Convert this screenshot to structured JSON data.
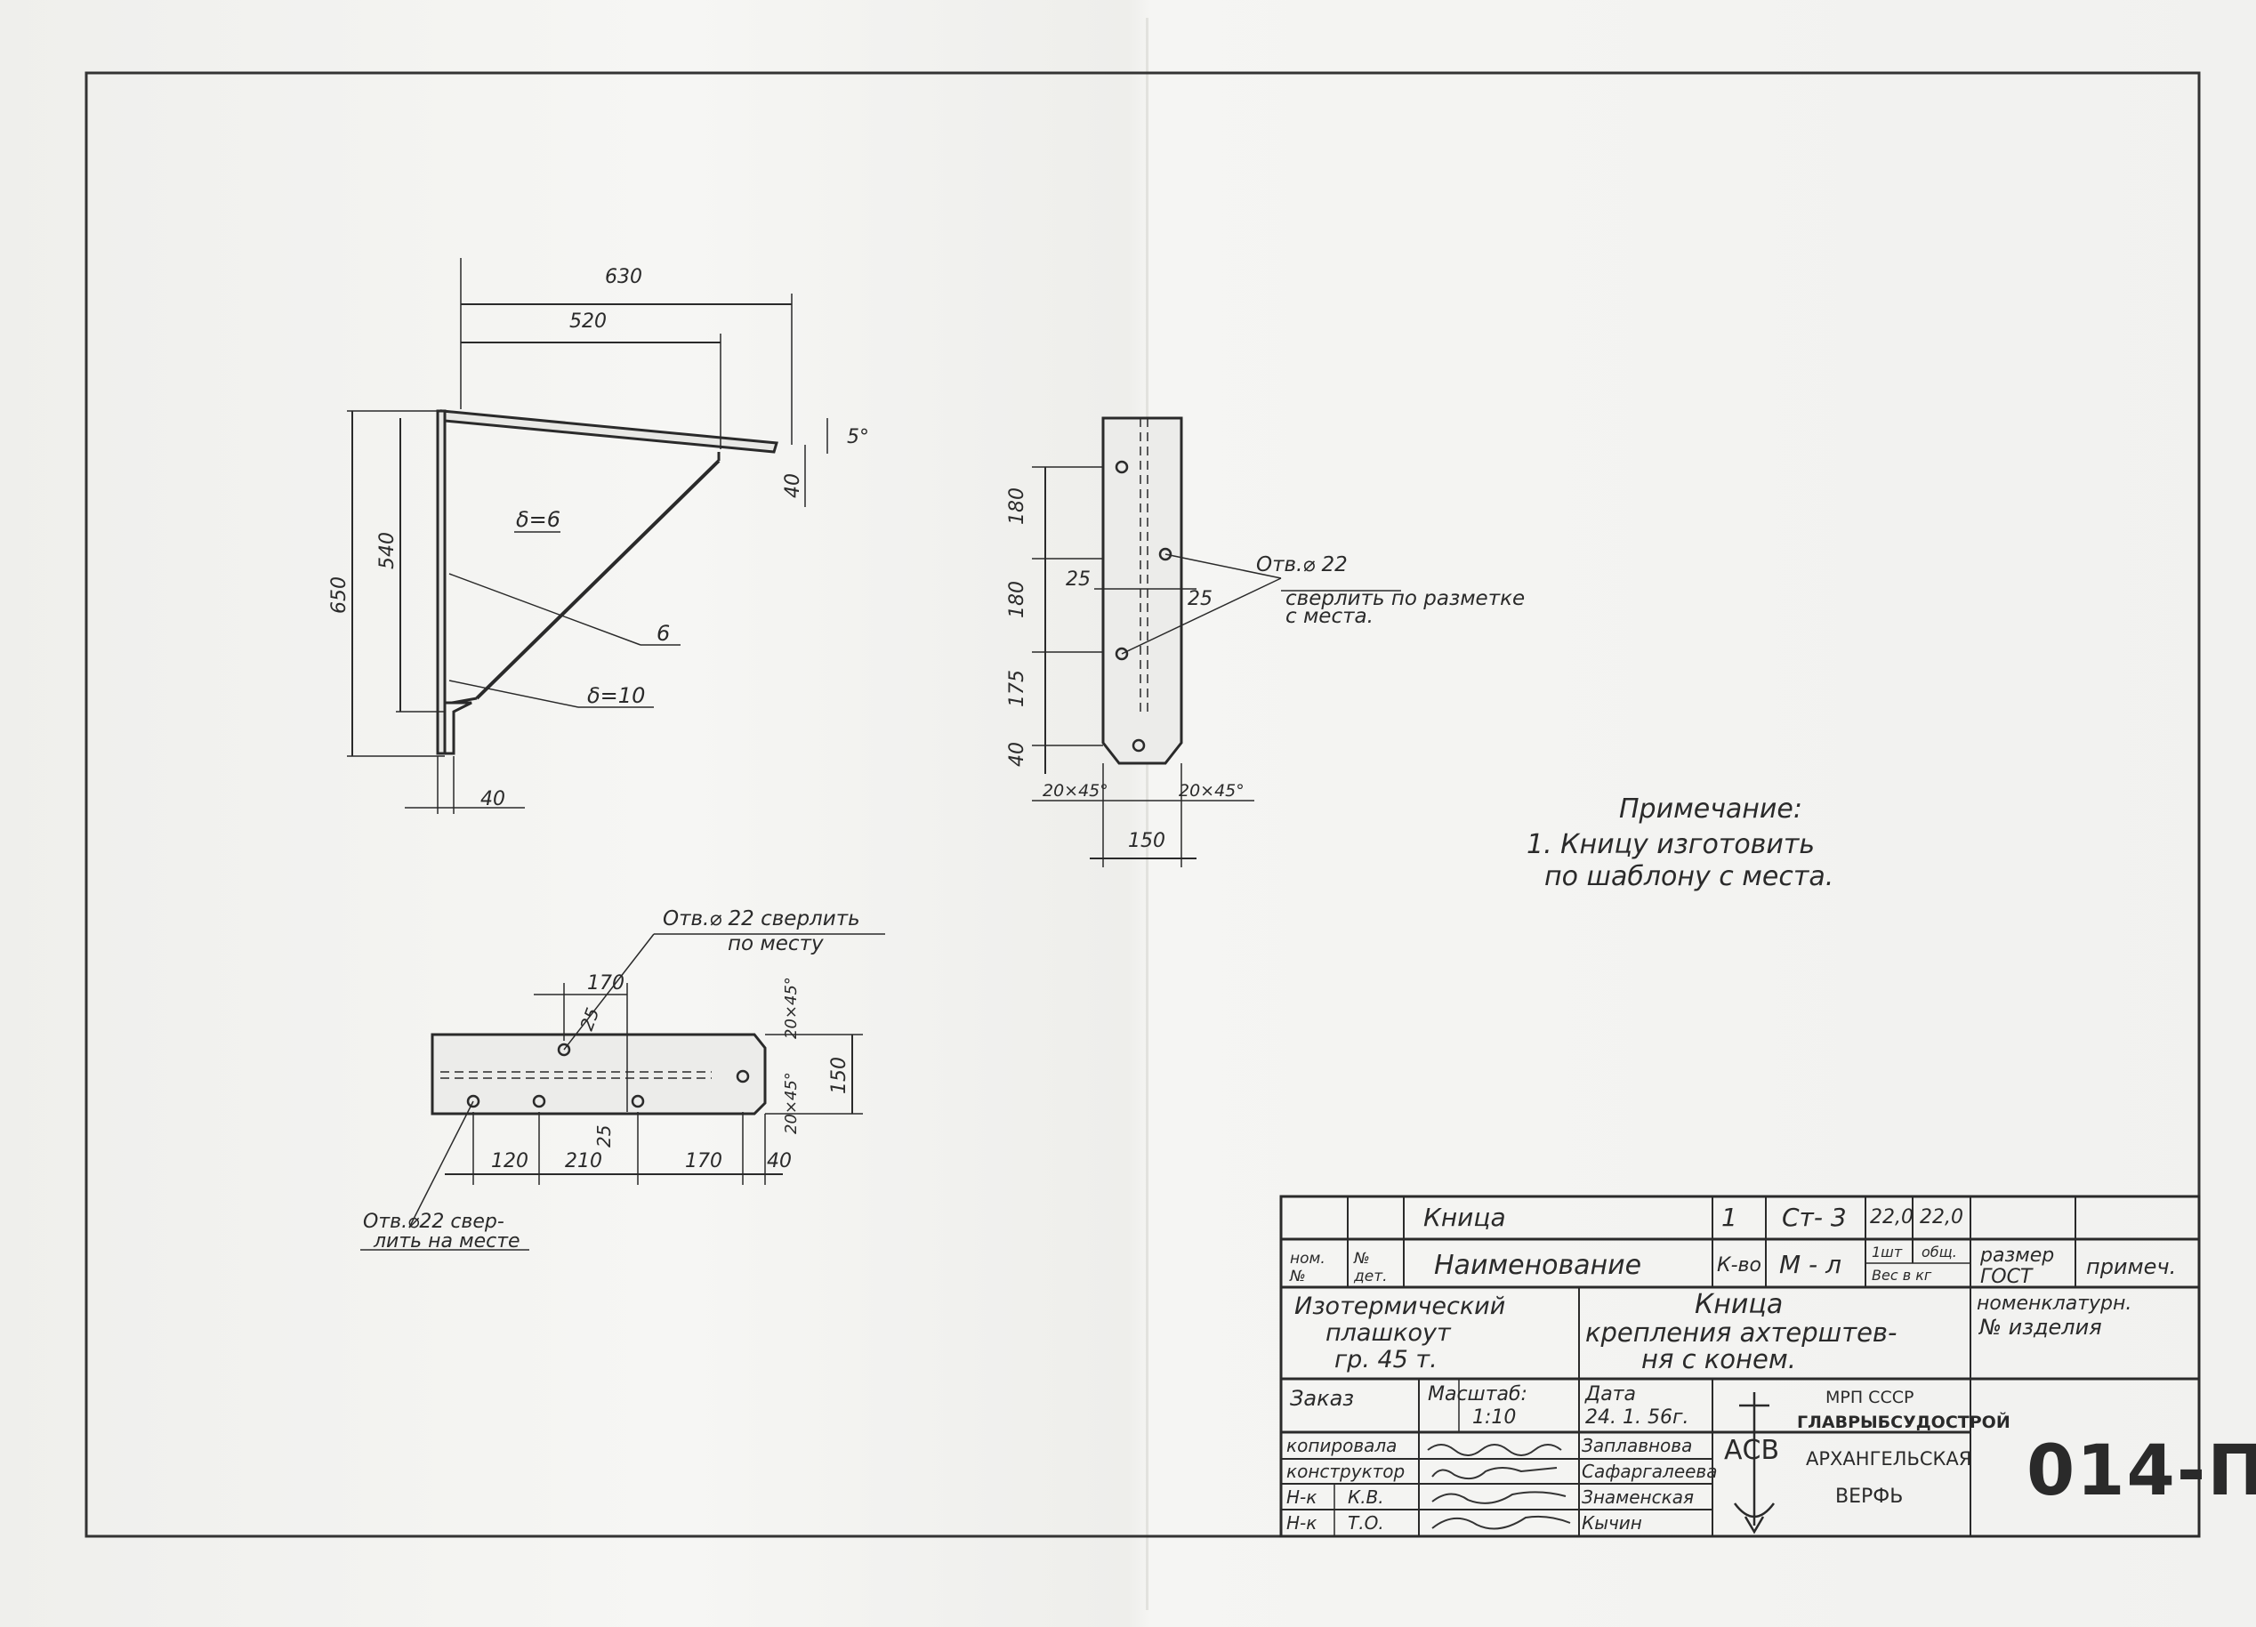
{
  "drawing": {
    "view_side": {
      "dim_630": "630",
      "dim_520": "520",
      "dim_650": "650",
      "dim_540": "540",
      "dim_40_top": "40",
      "dim_40_bottom": "40",
      "angle_5": "5°",
      "delta_6": "δ=6",
      "delta_10": "δ=10",
      "weld_6": "6"
    },
    "view_front": {
      "dim_180_a": "180",
      "dim_180_b": "180",
      "dim_175": "175",
      "dim_40": "40",
      "dim_25_left": "25",
      "dim_25_right": "25",
      "chamfer_left": "20×45°",
      "chamfer_right": "20×45°",
      "dim_150": "150",
      "hole_note_line1": "Отв.⌀ 22",
      "hole_note_line2": "сверлить по разметке",
      "hole_note_line3": "с места."
    },
    "view_bottom": {
      "hole_note_top_line1": "Отв.⌀ 22 сверлить",
      "hole_note_top_line2": "по месту",
      "dim_170_top": "170",
      "dim_25_top": "25",
      "chamfer_top": "20×45°",
      "dim_150": "150",
      "chamfer_bottom": "20×45°",
      "dim_25_bottom": "25",
      "dim_120": "120",
      "dim_210": "210",
      "dim_170": "170",
      "dim_40": "40",
      "hole_note_bottom_line1": "Отв.⌀22 свер-",
      "hole_note_bottom_line2": "лить на месте"
    }
  },
  "note": {
    "title": "Примечание:",
    "line1": "1. Кницу изготовить",
    "line2": "по шаблону с места."
  },
  "title_block": {
    "part_name": "Кница",
    "qty": "1",
    "material": "Ст- 3",
    "weight_1": "22,0",
    "weight_total": "22,0",
    "hdr_pos_no": "ном. №",
    "hdr_det_no": "№ дет.",
    "hdr_name": "Наименование",
    "hdr_qty": "К-во",
    "hdr_material": "М - л",
    "hdr_weight_1": "1шт",
    "hdr_weight_total": "общ.",
    "hdr_weight_unit": "Вес в кг",
    "hdr_size": "размер ГОСТ",
    "hdr_note": "примеч.",
    "project_line1": "Изотермический",
    "project_line2": "плашкоут",
    "project_line3": "гр. 45 т.",
    "title_line1": "Кница",
    "title_line2": "крепления ахтерштев-",
    "title_line3": "ня с конем.",
    "nomenclature_line1": "номенклатурн.",
    "nomenclature_line2": "№ изделия",
    "order_label": "Заказ",
    "scale_label": "Масштаб:",
    "scale_value": "1:10",
    "date_label": "Дата",
    "date_value": "24. 1. 56г.",
    "roles": [
      {
        "role": "копировала",
        "extra": "",
        "name": "Заплавнова"
      },
      {
        "role": "конструктор",
        "extra": "",
        "name": "Сафаргалеева"
      },
      {
        "role": "Н-к",
        "extra": "К.В.",
        "name": "Знаменская"
      },
      {
        "role": "Н-к",
        "extra": "Т.О.",
        "name": "Кычин"
      }
    ],
    "org_line1": "МРП СССР",
    "org_line2": "ГЛАВРЫБСУДОСТРОЙ",
    "org_line3": "АРХАНГЕЛЬСКАЯ",
    "org_line4": "ВЕРФЬ",
    "logo_letters": "АСВ",
    "drawing_number": "014-П"
  }
}
